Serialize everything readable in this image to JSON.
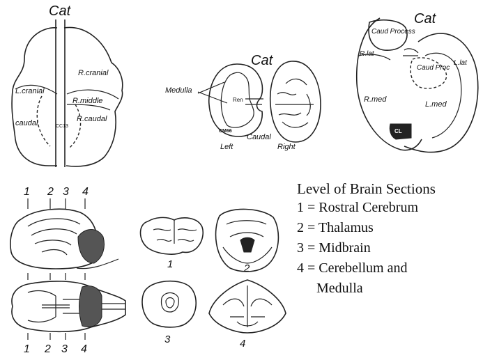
{
  "diagrams": {
    "liver": {
      "title": "Cat",
      "labels": {
        "l_cranial": "L.cranial",
        "r_cranial": "R.cranial",
        "r_middle": "R.middle",
        "l_caudal": "caudal",
        "r_caudal": "R.caudal",
        "caudate": "CC13"
      }
    },
    "kidneys": {
      "title": "Cat",
      "labels": {
        "medulla": "Medulla",
        "pelvis": "Ren",
        "tag": "CM66",
        "caudal": "Caudal",
        "left": "Left",
        "right": "Right"
      }
    },
    "liver_dorsal": {
      "title": "Cat",
      "labels": {
        "caud_process": "Caud Process",
        "r_lat": "R.lat",
        "caud_proc": "Caud Proc",
        "l_lat": "L.lat",
        "r_med": "R.med",
        "l_med": "L.med",
        "tag": "CL"
      }
    },
    "brain": {
      "top_numbers": [
        "1",
        "2",
        "3",
        "4"
      ],
      "bottom_numbers": [
        "1",
        "2",
        "3",
        "4"
      ],
      "section_labels": [
        "1",
        "2",
        "3",
        "4"
      ]
    }
  },
  "legend": {
    "title": "Level of Brain Sections",
    "items": [
      "1 = Rostral Cerebrum",
      "2 = Thalamus",
      "3 = Midbrain",
      "4 = Cerebellum and"
    ],
    "continuation": "Medulla"
  }
}
